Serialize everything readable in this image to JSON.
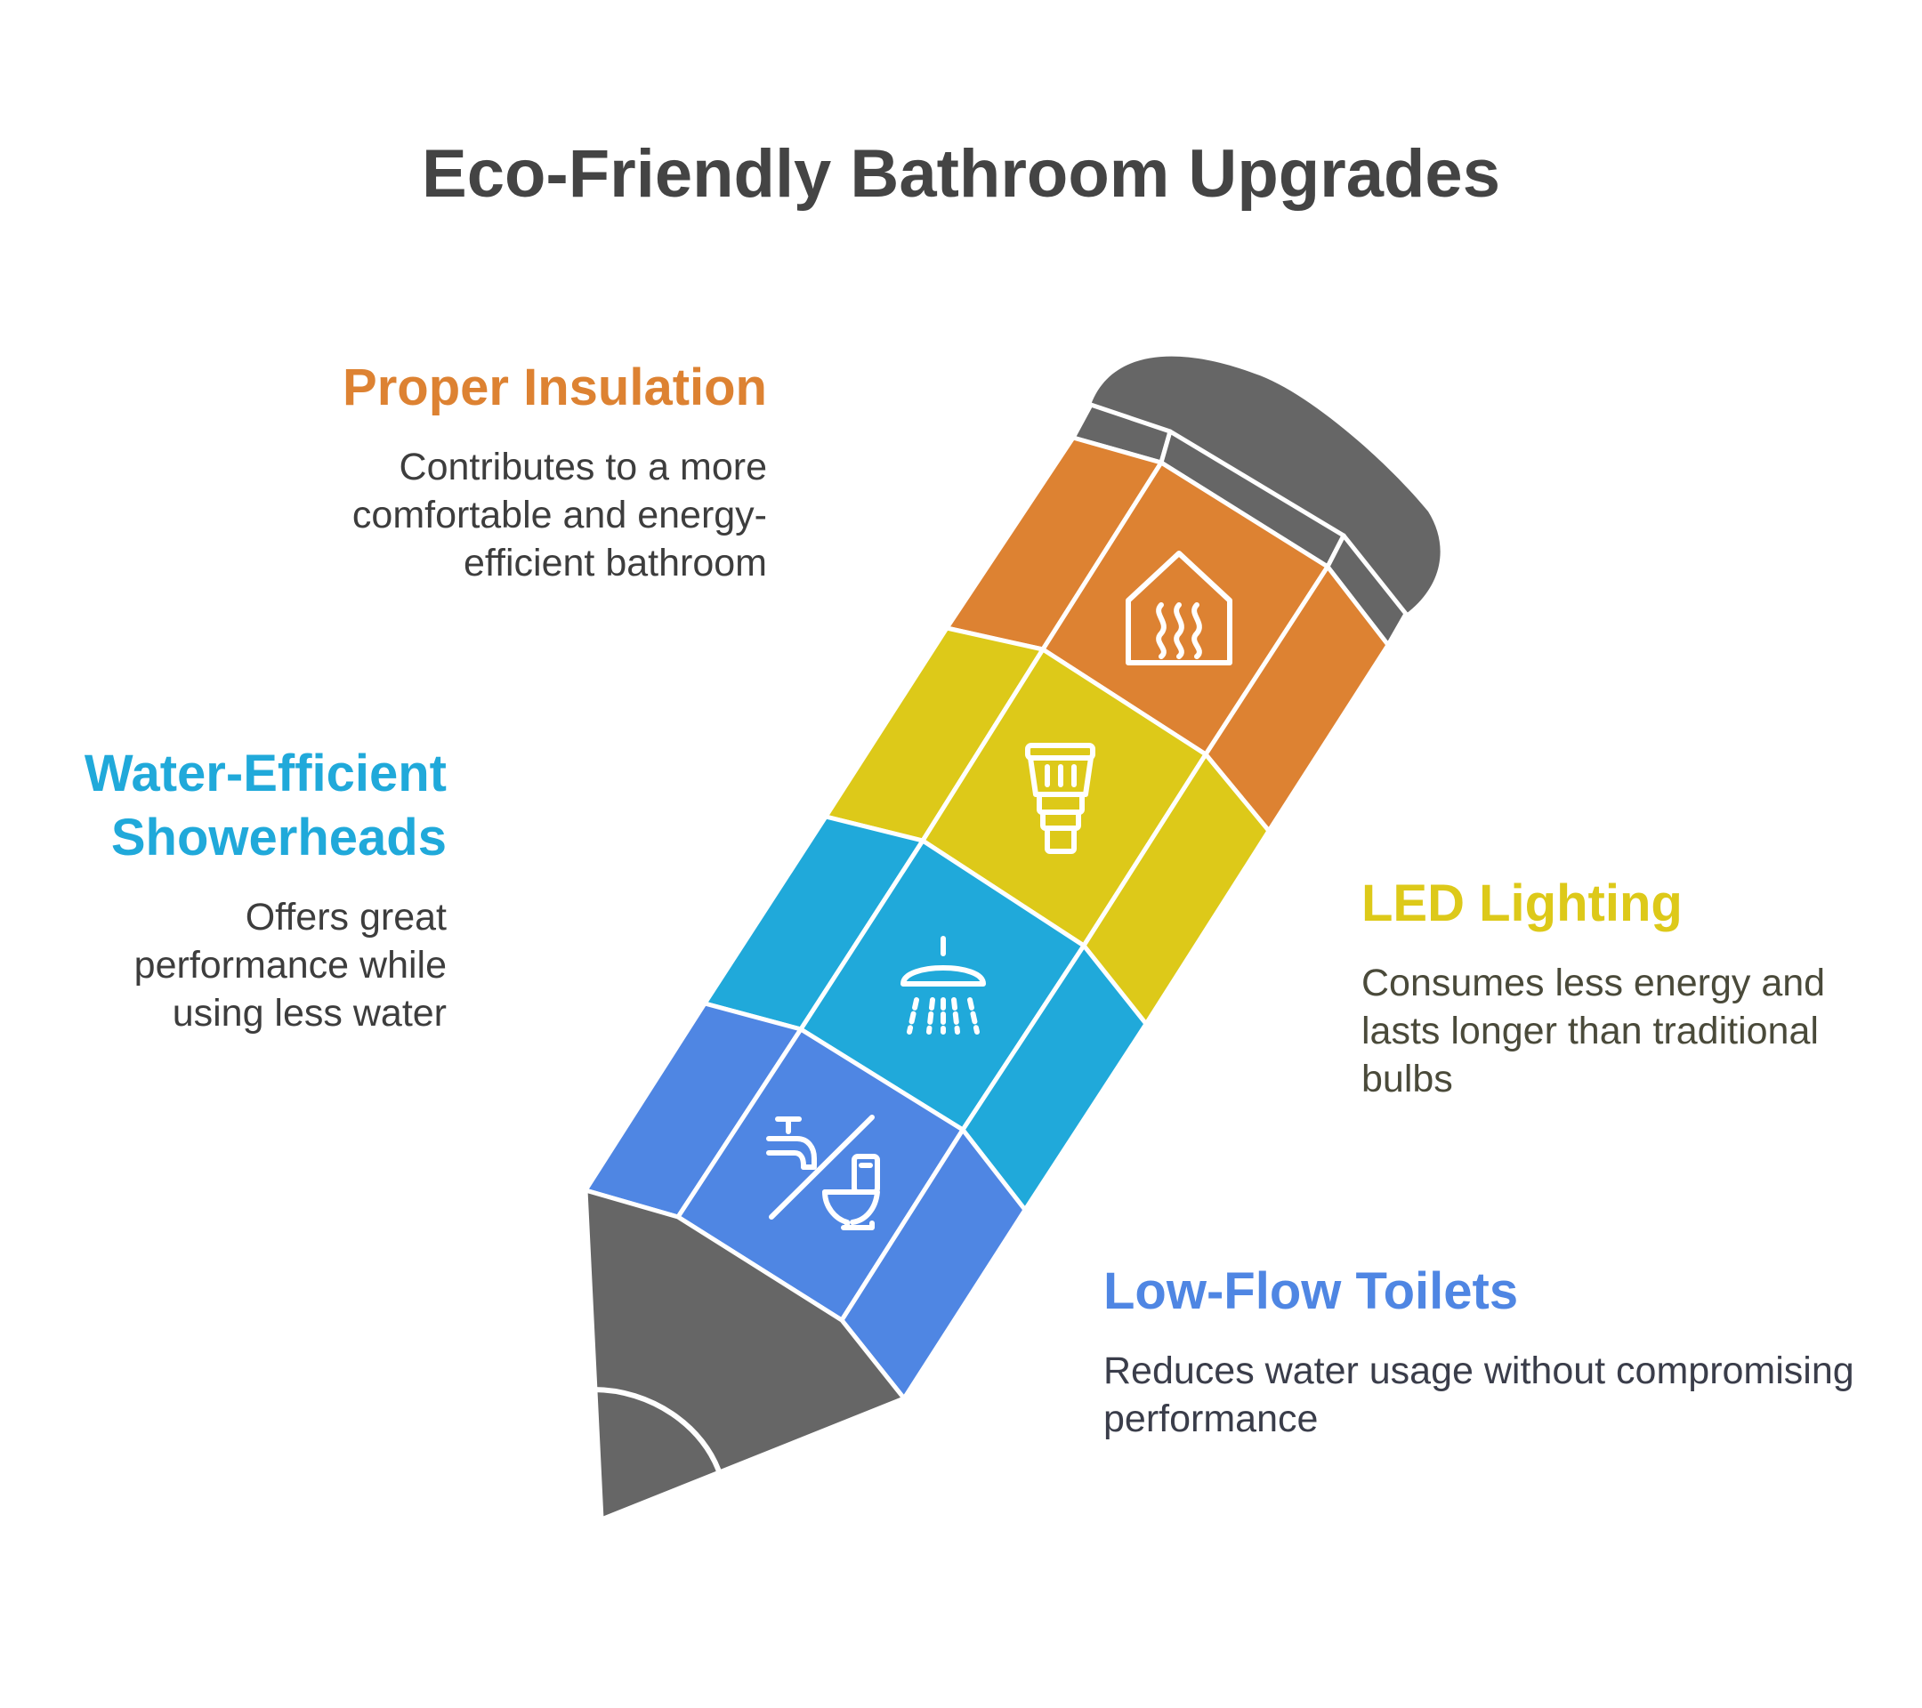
{
  "title": "Eco-Friendly Bathroom Upgrades",
  "colors": {
    "insulation": "#DD8232",
    "lighting": "#DDC919",
    "showerheads": "#20A9DA",
    "toilets": "#4F86E3",
    "pencil": "#666666"
  },
  "items": {
    "insulation": {
      "title": "Proper Insulation",
      "description": "Contributes to a more comfortable and energy-efficient bathroom",
      "icon": "heated-house-icon"
    },
    "showerheads": {
      "title": "Water-Efficient Showerheads",
      "description": "Offers great performance while using less water",
      "icon": "showerhead-icon"
    },
    "lighting": {
      "title": "LED Lighting",
      "description": "Consumes less energy and lasts longer than traditional bulbs",
      "icon": "led-bulb-icon"
    },
    "toilets": {
      "title": "Low-Flow Toilets",
      "description": "Reduces water usage without compromising performance",
      "icon": "faucet-toilet-icon"
    }
  }
}
